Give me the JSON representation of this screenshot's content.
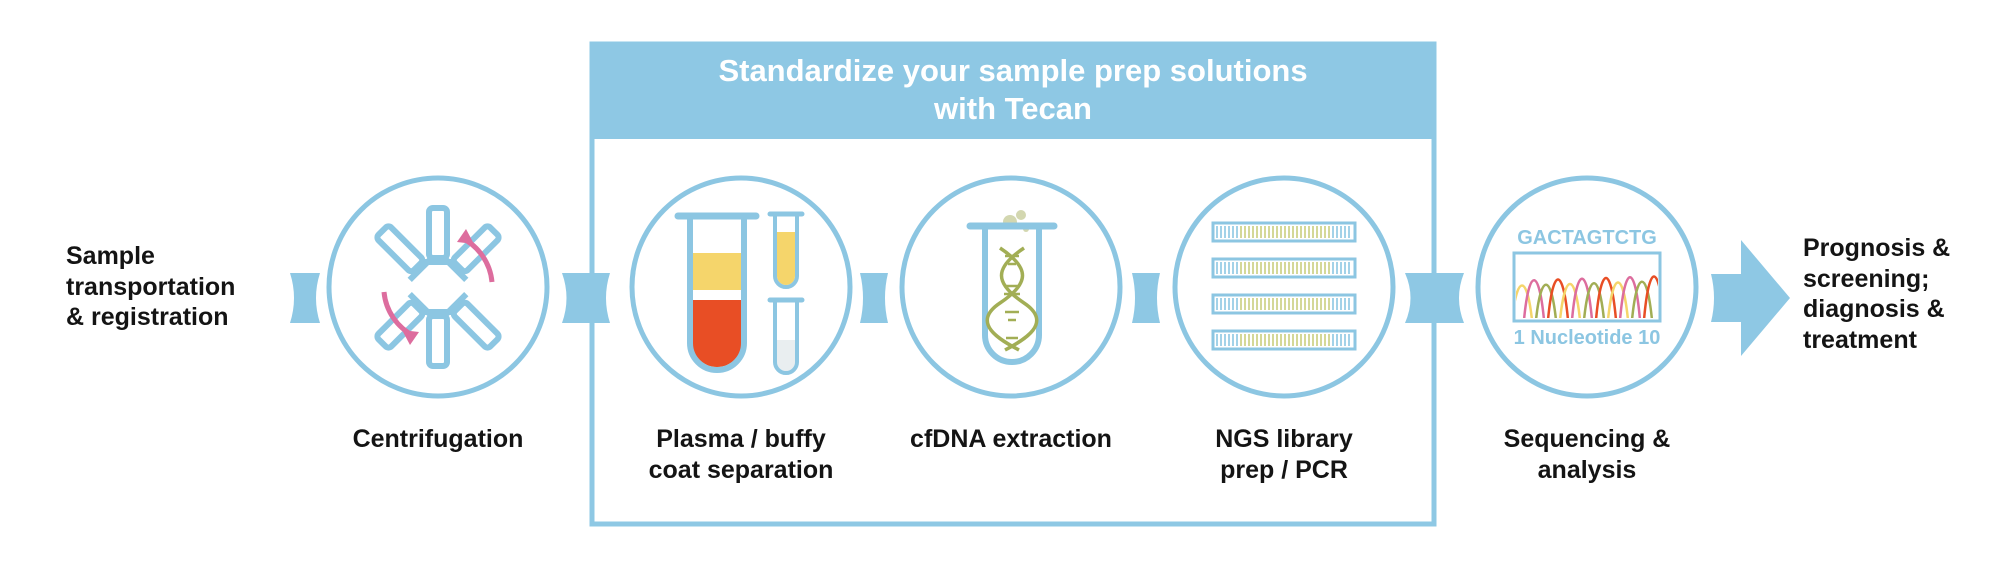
{
  "banner": {
    "title_line1": "Standardize your sample prep solutions",
    "title_line2": "with Tecan"
  },
  "start_label": {
    "line1": "Sample",
    "line2": "transportation",
    "line3": "& registration"
  },
  "end_label": {
    "line1": "Prognosis &",
    "line2": "screening;",
    "line3": "diagnosis &",
    "line4": "treatment"
  },
  "steps": [
    {
      "id": "centrifugation",
      "icon": "centrifuge-icon",
      "line1": "Centrifugation",
      "line2": ""
    },
    {
      "id": "plasma",
      "icon": "test-tubes-icon",
      "line1": "Plasma / buffy",
      "line2": "coat separation"
    },
    {
      "id": "cfdna",
      "icon": "dna-tube-icon",
      "line1": "cfDNA extraction",
      "line2": ""
    },
    {
      "id": "ngs",
      "icon": "library-strands-icon",
      "line1": "NGS library",
      "line2": "prep / PCR"
    },
    {
      "id": "sequencing",
      "icon": "chromatogram-icon",
      "line1": "Sequencing &",
      "line2": "analysis"
    }
  ],
  "sequencing_icon": {
    "sequence": "GACTAGTCTG",
    "caption": "1 Nucleotide 10"
  },
  "colors": {
    "light_blue": "#8ec8e4",
    "line_blue": "#8cc6e2",
    "text_dark": "#141414",
    "blood_red": "#e84e25",
    "plasma_yellow": "#f5d56b",
    "dna_green": "#a2ae55",
    "arrow_pink": "#dd6d9e"
  }
}
